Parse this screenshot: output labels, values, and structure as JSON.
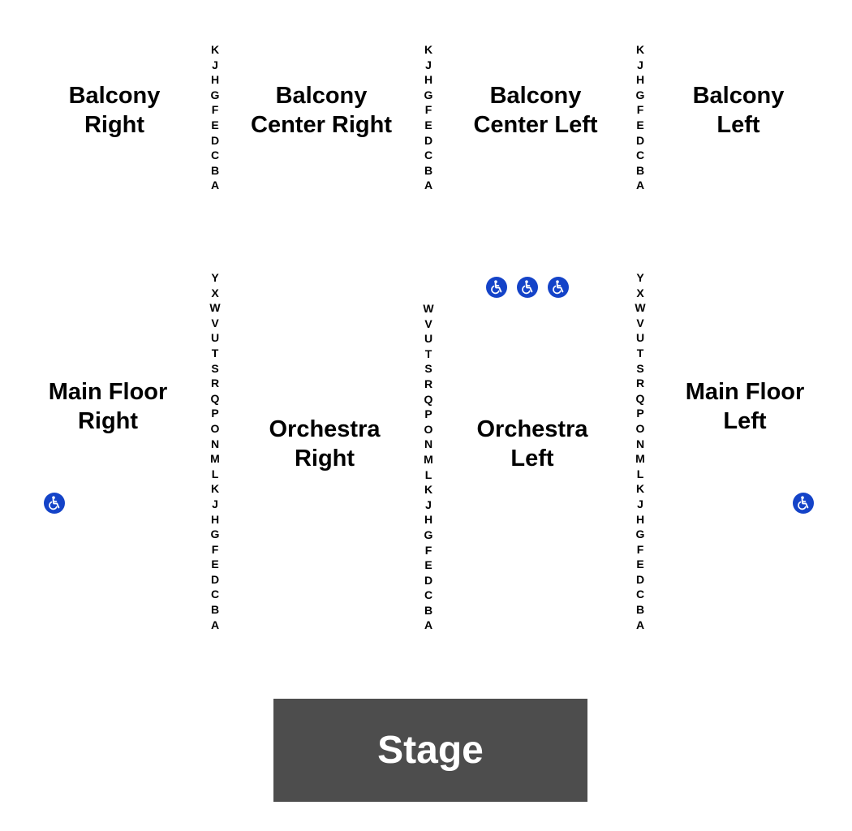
{
  "sections": {
    "balcony_right": [
      "Balcony",
      "Right"
    ],
    "balcony_center_right": [
      "Balcony",
      "Center Right"
    ],
    "balcony_center_left": [
      "Balcony",
      "Center Left"
    ],
    "balcony_left": [
      "Balcony",
      "Left"
    ],
    "main_floor_right": [
      "Main Floor",
      "Right"
    ],
    "orchestra_right": [
      "Orchestra",
      "Right"
    ],
    "orchestra_left": [
      "Orchestra",
      "Left"
    ],
    "main_floor_left": [
      "Main Floor",
      "Left"
    ]
  },
  "row_columns": {
    "balcony_1": [
      "K",
      "J",
      "H",
      "G",
      "F",
      "E",
      "D",
      "C",
      "B",
      "A"
    ],
    "balcony_2": [
      "K",
      "J",
      "H",
      "G",
      "F",
      "E",
      "D",
      "C",
      "B",
      "A"
    ],
    "balcony_3": [
      "K",
      "J",
      "H",
      "G",
      "F",
      "E",
      "D",
      "C",
      "B",
      "A"
    ],
    "orchestra_1": [
      "Y",
      "X",
      "W",
      "V",
      "U",
      "T",
      "S",
      "R",
      "Q",
      "P",
      "O",
      "N",
      "M",
      "L",
      "K",
      "J",
      "H",
      "G",
      "F",
      "E",
      "D",
      "C",
      "B",
      "A"
    ],
    "orchestra_2": [
      "W",
      "V",
      "U",
      "T",
      "S",
      "R",
      "Q",
      "P",
      "O",
      "N",
      "M",
      "L",
      "K",
      "J",
      "H",
      "G",
      "F",
      "E",
      "D",
      "C",
      "B",
      "A"
    ],
    "orchestra_3": [
      "Y",
      "X",
      "W",
      "V",
      "U",
      "T",
      "S",
      "R",
      "Q",
      "P",
      "O",
      "N",
      "M",
      "L",
      "K",
      "J",
      "H",
      "G",
      "F",
      "E",
      "D",
      "C",
      "B",
      "A"
    ]
  },
  "accessibility_icon": "wheelchair-icon",
  "colors": {
    "accessibility": "#1443c8",
    "stage": "#4d4d4d",
    "text": "#000000"
  },
  "stage": {
    "label": "Stage"
  }
}
